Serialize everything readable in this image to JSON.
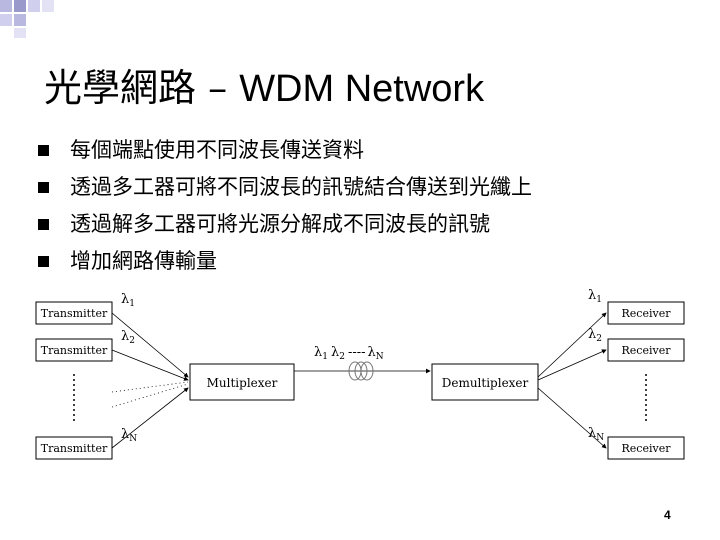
{
  "slide": {
    "title_cjk": "光學網路",
    "title_sep": " – ",
    "title_latin": "WDM Network",
    "bullets": [
      "每個端點使用不同波長傳送資料",
      "透過多工器可將不同波長的訊號結合傳送到光纖上",
      "透過解多工器可將光源分解成不同波長的訊號",
      "增加網路傳輸量"
    ],
    "page_number": "4"
  },
  "diagram": {
    "transmitters": [
      "Transmitter",
      "Transmitter",
      "Transmitter"
    ],
    "receivers": [
      "Receiver",
      "Receiver",
      "Receiver"
    ],
    "multiplexer": "Multiplexer",
    "demultiplexer": "Demultiplexer",
    "lambda_left": [
      {
        "base": "λ",
        "sub": "1"
      },
      {
        "base": "λ",
        "sub": "2"
      },
      {
        "base": "λ",
        "sub": "N"
      }
    ],
    "lambda_right": [
      {
        "base": "λ",
        "sub": "1"
      },
      {
        "base": "λ",
        "sub": "2"
      },
      {
        "base": "λ",
        "sub": "N"
      }
    ],
    "fiber_label": {
      "l1": "λ",
      "s1": "1",
      "l2": "λ",
      "s2": "2",
      "dash": "----",
      "l3": "λ",
      "s3": "N"
    }
  },
  "colors": {
    "decoration": "#9999cc",
    "line": "#000000"
  }
}
